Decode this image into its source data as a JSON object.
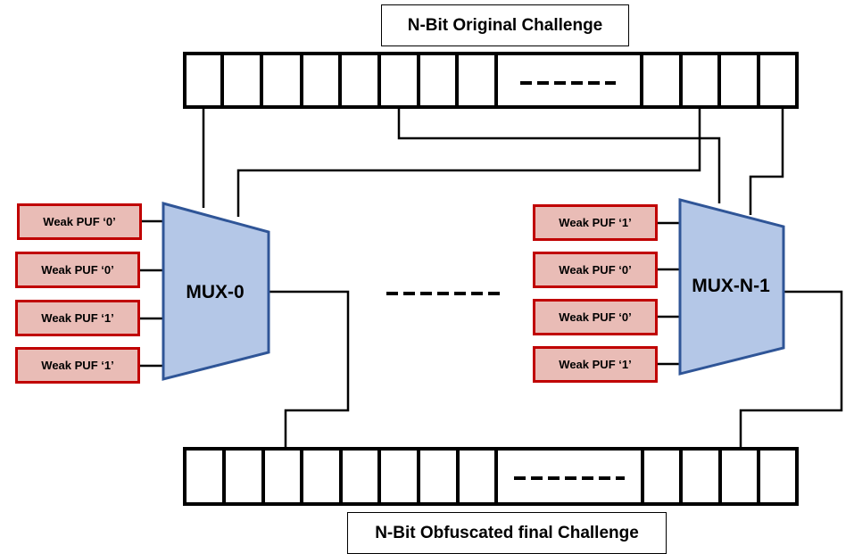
{
  "titles": {
    "top": "N-Bit Original Challenge",
    "bottom": "N-Bit Obfuscated final Challenge"
  },
  "mux_left": {
    "label": "MUX-0",
    "inputs": [
      "Weak PUF ‘0’",
      "Weak PUF ‘0’",
      "Weak PUF ‘1’",
      "Weak PUF ‘1’"
    ]
  },
  "mux_right": {
    "label": "MUX-N-1",
    "inputs": [
      "Weak PUF ‘1’",
      "Weak PUF ‘0’",
      "Weak PUF ‘0’",
      "Weak PUF ‘1’"
    ]
  },
  "colors": {
    "mux_fill": "#b4c7e7",
    "mux_stroke": "#2f5597",
    "puf_fill": "#e9bcb6",
    "puf_stroke": "#c00000",
    "wire": "#000000"
  }
}
